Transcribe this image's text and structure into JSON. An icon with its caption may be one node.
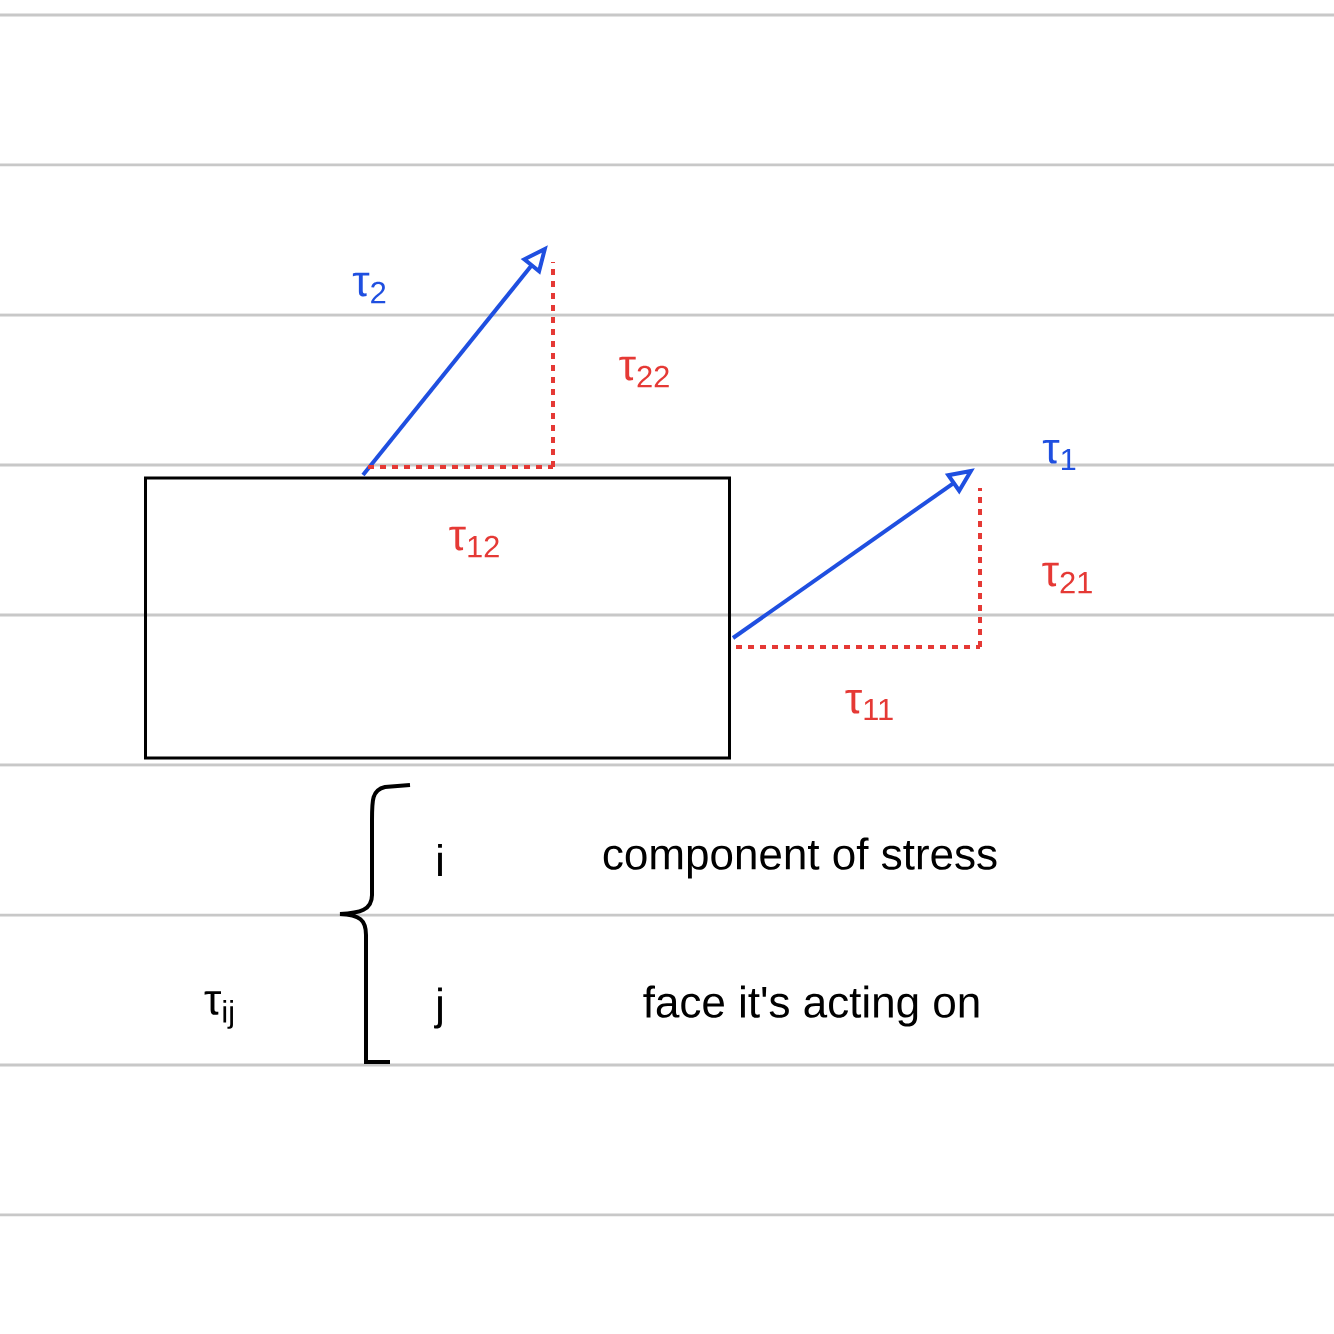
{
  "diagram": {
    "nodes": [
      {
        "text": [],
        "shape": "box"
      }
    ],
    "labels": [
      "τ$_{2}$",
      "τ$_{22}$",
      "τ$_{1}$",
      "τ$_{12}$",
      "τ$_{21}$",
      "τ$_{11}$",
      "i",
      "component of stress",
      "τ$_{ij}$",
      "j",
      "face it's acting on"
    ]
  }
}
